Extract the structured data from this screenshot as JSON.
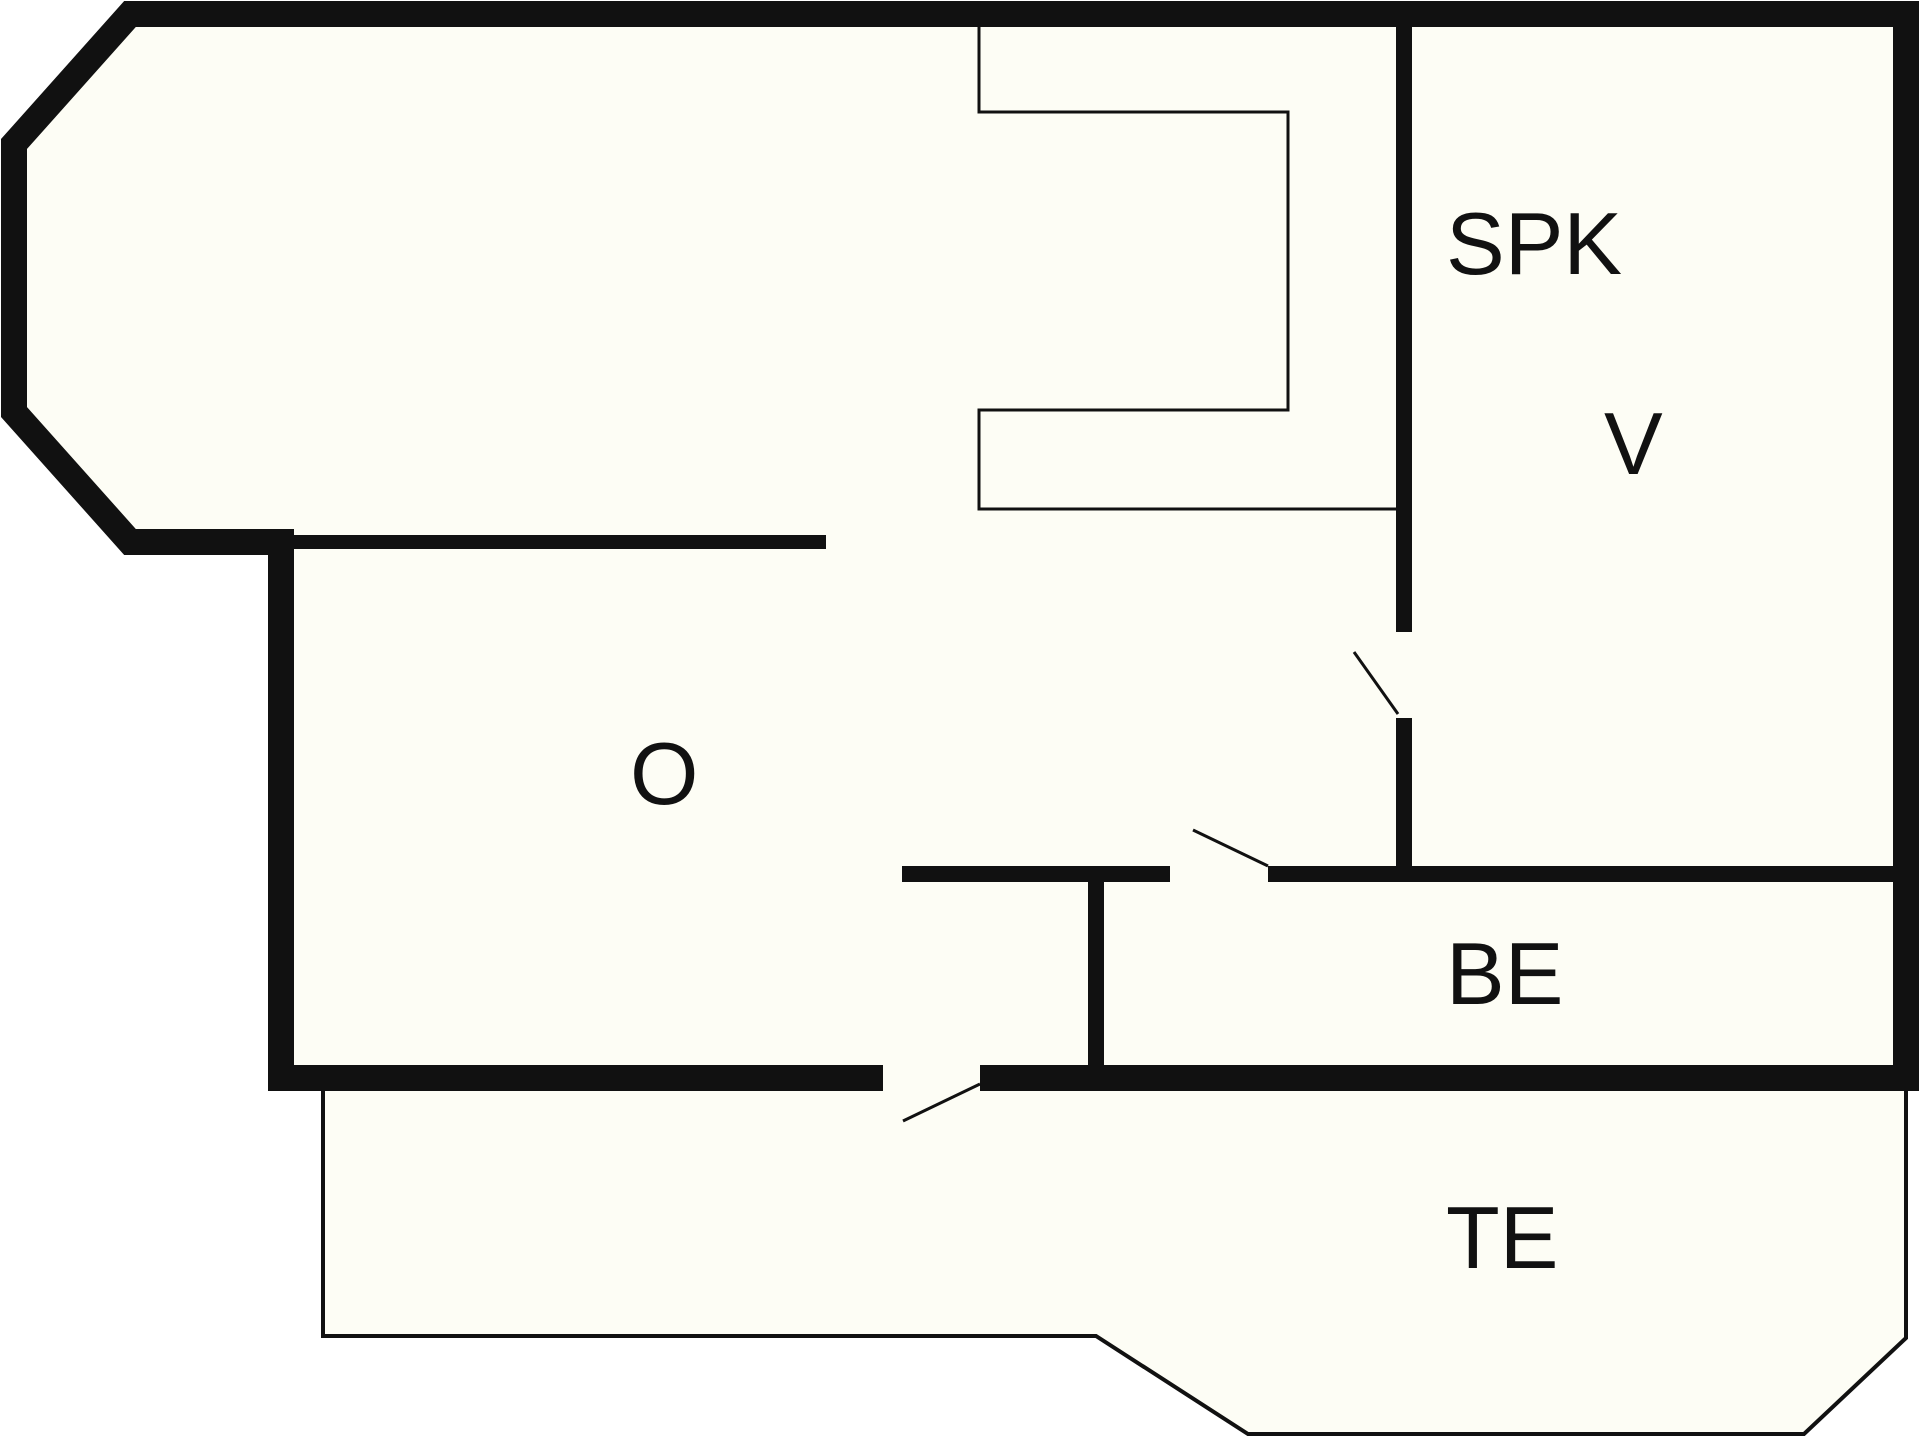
{
  "colors": {
    "floor": "#fdfdf5",
    "wall": "#111111",
    "background": "#ffffff"
  },
  "rooms": {
    "spk": "SPK",
    "v": "V",
    "o": "O",
    "be": "BE",
    "te": "TE"
  }
}
